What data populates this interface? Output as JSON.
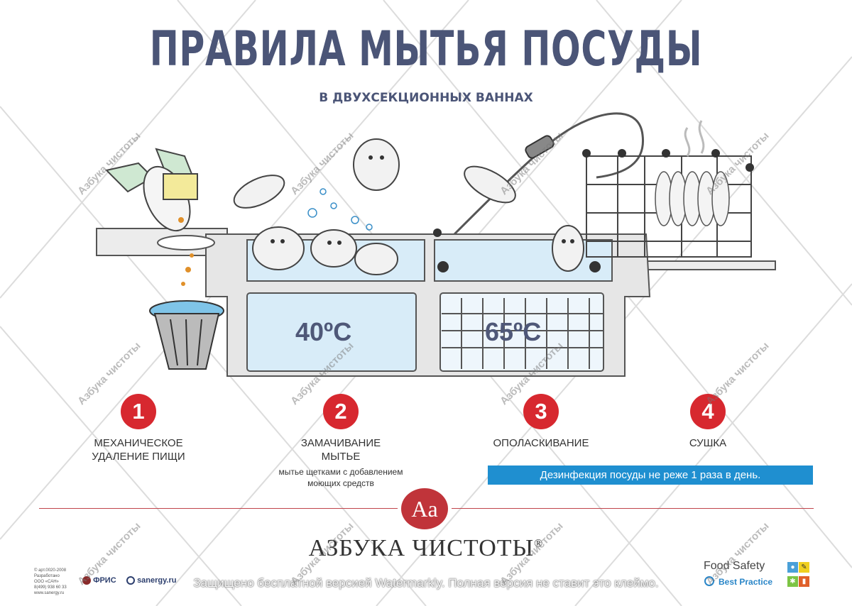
{
  "title": "ПРАВИЛА  МЫТЬЯ  ПОСУДЫ",
  "subtitle": "В ДВУХСЕКЦИОННЫХ ВАННАХ",
  "temps": {
    "wash": "40ºC",
    "rinse": "65ºC"
  },
  "steps": [
    {
      "number": "1",
      "label1": "МЕХАНИЧЕСКОЕ",
      "label2": "УДАЛЕНИЕ ПИЩИ"
    },
    {
      "number": "2",
      "label1": "ЗАМАЧИВАНИЕ",
      "label2": "МЫТЬЕ",
      "note1": "мытье щетками с добавлением",
      "note2": "моющих средств"
    },
    {
      "number": "3",
      "label1": "ОПОЛАСКИВАНИЕ"
    },
    {
      "number": "4",
      "label1": "СУШКА"
    }
  ],
  "disinfection_note": "Дезинфекция посуды не реже 1 раза в день.",
  "brand": {
    "logo": "Aa",
    "name": "АЗБУКА ЧИСТОТЫ",
    "mark": "®"
  },
  "footer": {
    "copyright": [
      "© арт.0020-2008",
      "Разработано ООО «САН»",
      "8(499) 938 60 33",
      "www.sanergy.ru"
    ],
    "partner1": "ФРИС",
    "partner2": "sanergy.ru",
    "food_safety": "Food Safety",
    "best_practice": "Best Practice"
  },
  "watermark_text": "Защищено бесплатной версией Watermarkly. Полная версия не ставит это клеймо.",
  "tiled_watermark": "Азбука чистоты",
  "colors": {
    "title": "#4b5577",
    "badge": "#d7282f",
    "banner": "#1f8fd0",
    "accent": "#c0343a"
  }
}
